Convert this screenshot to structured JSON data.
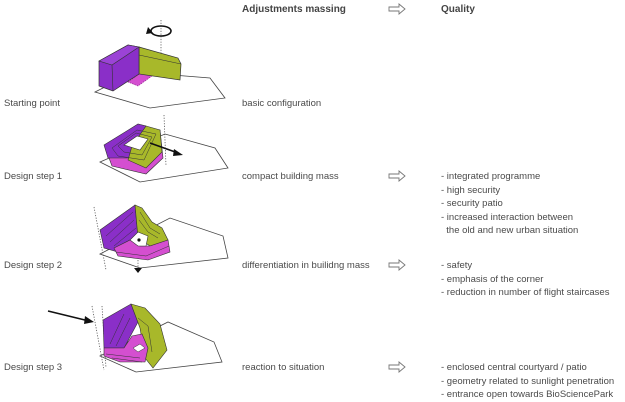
{
  "header": {
    "adjustments_title": "Adjustments massing",
    "quality_title": "Quality",
    "arrow_icon": "outline-right-arrow"
  },
  "colors": {
    "purple": "#8a2fc8",
    "olive": "#a8b82a",
    "magenta": "#d44fd0",
    "outline": "#333333"
  },
  "steps": [
    {
      "label": "Starting point",
      "adjustment": "basic configuration",
      "qualities": []
    },
    {
      "label": "Design step 1",
      "adjustment": "compact building mass",
      "qualities": [
        "- integrated programme",
        "- high security",
        "- security patio",
        "- increased interaction between",
        "  the old and new urban situation"
      ]
    },
    {
      "label": "Design step 2",
      "adjustment": "differentiation in builidng mass",
      "qualities": [
        "- safety",
        "- emphasis of the corner",
        "- reduction in number of flight staircases"
      ]
    },
    {
      "label": "Design step 3",
      "adjustment": "reaction to situation",
      "qualities": [
        "- enclosed central courtyard / patio",
        "- geometry related to sunlight penetration",
        "- entrance open towards BioSciencePark"
      ]
    }
  ]
}
